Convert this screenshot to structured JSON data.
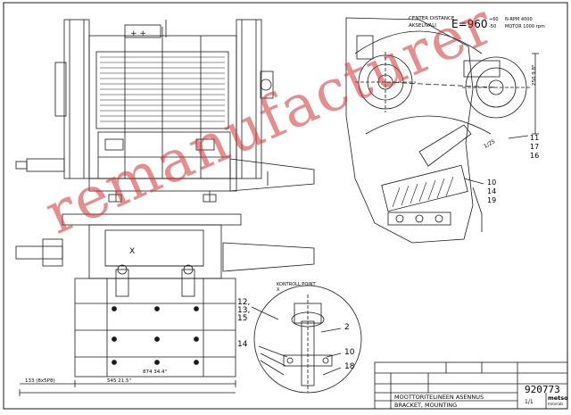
{
  "drawing": {
    "center_distance_label_1": "CENTER DISTANCE",
    "center_distance_label_2": "AKSELIVALI",
    "center_distance_value": "E=960",
    "center_distance_tol_upper": "+60",
    "center_distance_tol_lower": "-50",
    "motor_note_1": "N-RPM 4000",
    "motor_note_2": "MOTOR 1000 rpm",
    "control_point": "KONTROLL POINT X",
    "dim_bottom_1": "545 21.5\"",
    "dim_bottom_2": "874 34.4\"",
    "dim_bottom_3": "133 (8x5P8)",
    "dim_angle": "1/25",
    "dim_mm": "250 9.8\""
  },
  "callouts": [
    "12,",
    "13,",
    "15",
    "14",
    "2",
    "10",
    "18",
    "11",
    "17",
    "16",
    "10",
    "14",
    "19"
  ],
  "title_block": {
    "title_fi": "MOOTTORITELINEEN ASENNUS",
    "title_en": "BRACKET, MOUNTING",
    "drawing_number": "920773",
    "sheet": "1/1",
    "brand": "metso",
    "brand_sub": "minerals"
  },
  "watermark": "remanufacturer"
}
